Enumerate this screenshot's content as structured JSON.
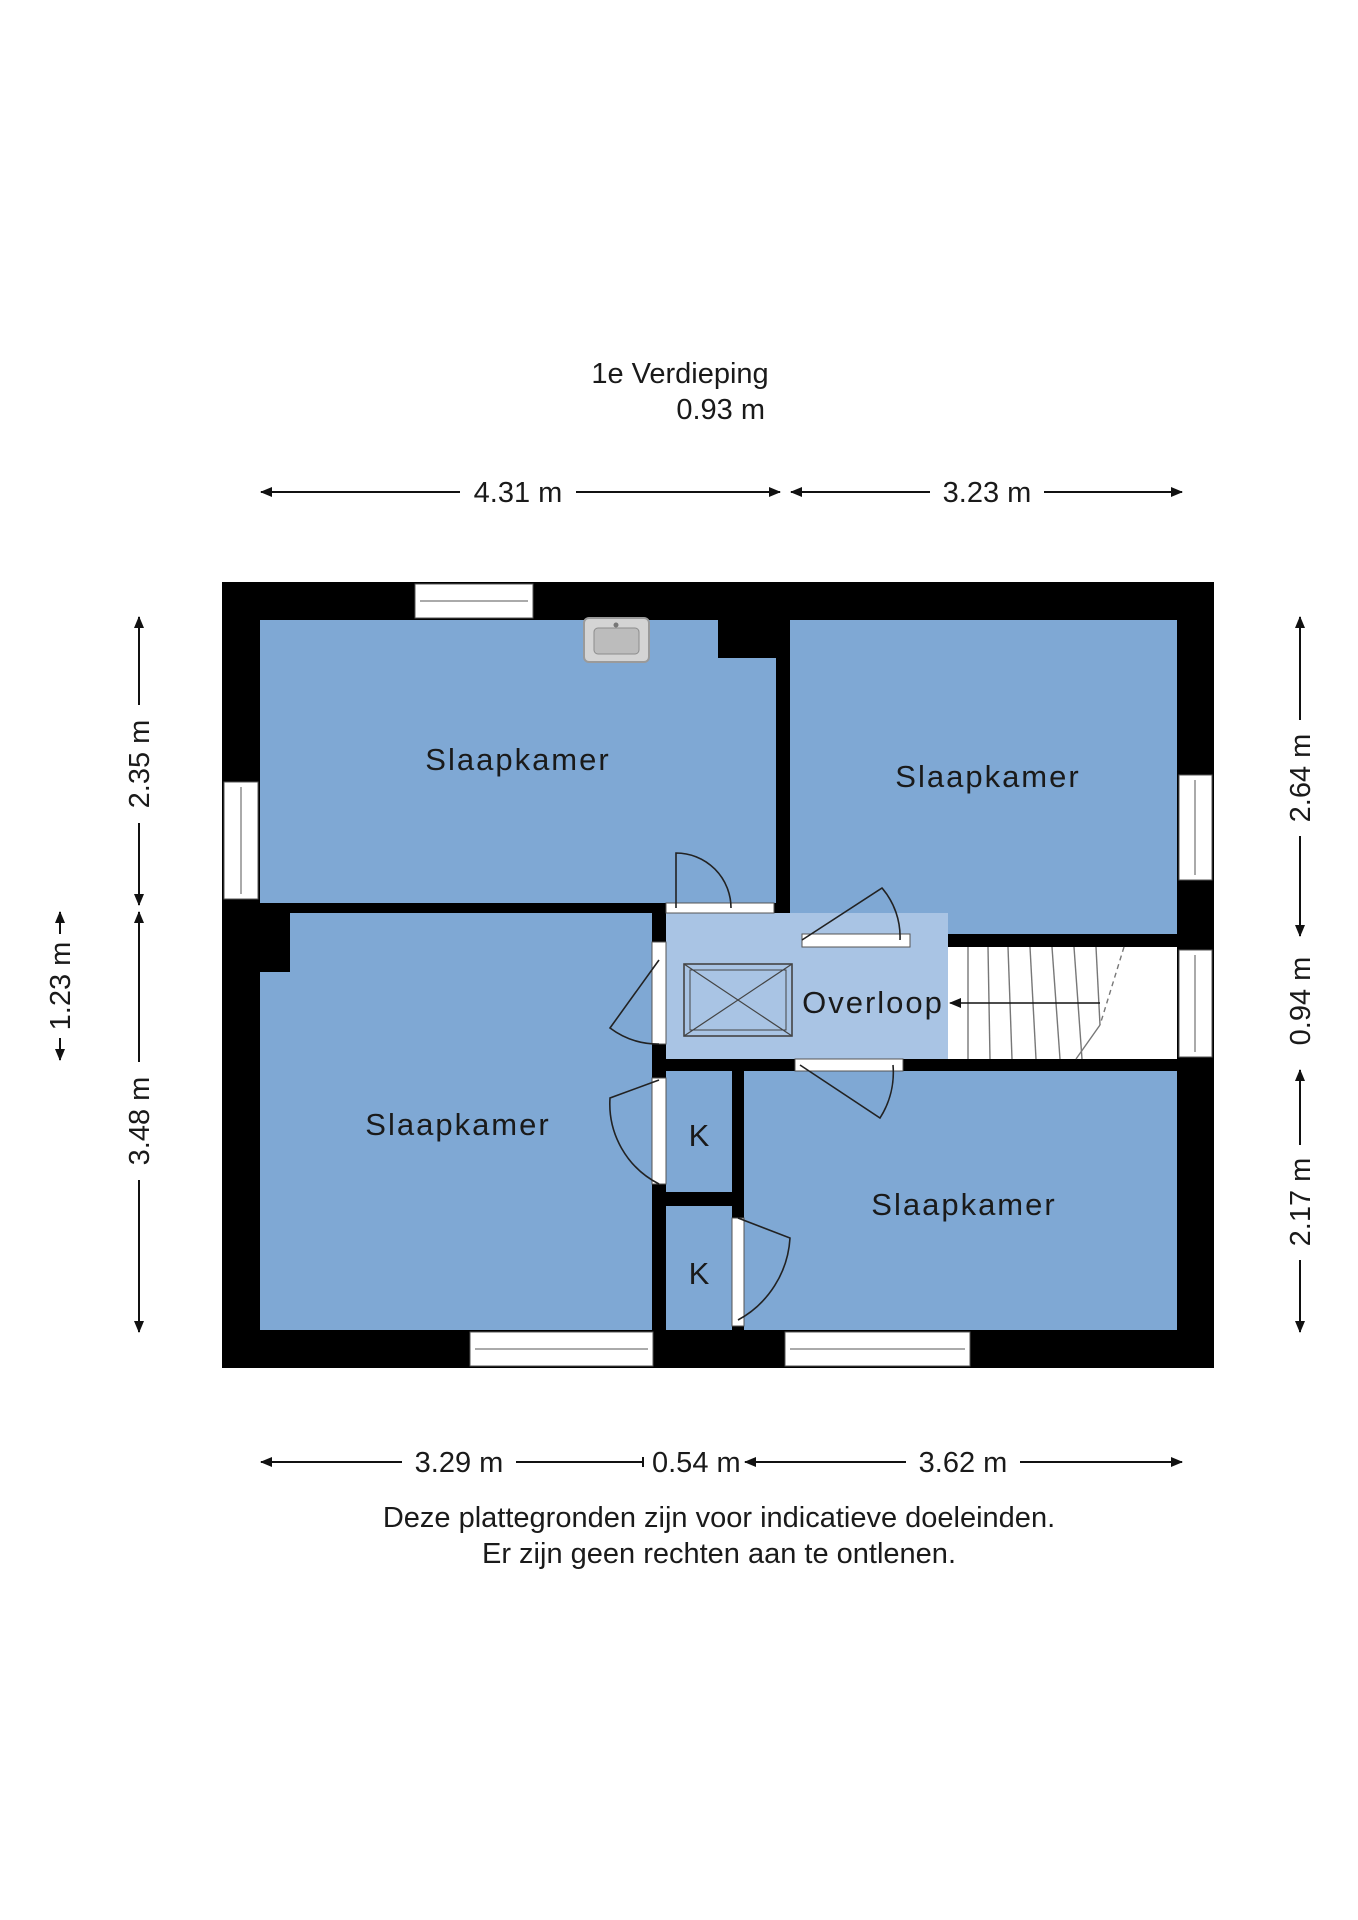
{
  "header": {
    "floor_name": "1e Verdieping",
    "floor_height": "0.93 m"
  },
  "rooms": [
    {
      "id": "bedroom_1",
      "label": "Slaapkamer"
    },
    {
      "id": "bedroom_2",
      "label": "Slaapkamer"
    },
    {
      "id": "bedroom_3",
      "label": "Slaapkamer"
    },
    {
      "id": "bedroom_4",
      "label": "Slaapkamer"
    },
    {
      "id": "landing",
      "label": "Overloop"
    },
    {
      "id": "closet_1",
      "label": "K"
    },
    {
      "id": "closet_2",
      "label": "K"
    }
  ],
  "dimensions": {
    "top": [
      "4.31 m",
      "3.23 m"
    ],
    "bottom": [
      "3.29 m",
      "0.54 m",
      "3.62 m"
    ],
    "left": [
      "2.35 m",
      "3.48 m"
    ],
    "left_outer": "1.23 m",
    "right": [
      "2.64 m",
      "0.94 m",
      "2.17 m"
    ]
  },
  "disclaimer": {
    "line1": "Deze plattegronden zijn voor indicatieve doeleinden.",
    "line2": "Er zijn geen rechten aan te ontlenen."
  },
  "colors": {
    "room_fill": "#7fa8d4",
    "landing_fill": "#a9c4e4",
    "wall": "#000000",
    "window_fill": "#ffffff",
    "stair_fill": "#ffffff"
  },
  "icons": [
    "sink-icon",
    "skylight-icon",
    "stair-arrow-icon"
  ]
}
